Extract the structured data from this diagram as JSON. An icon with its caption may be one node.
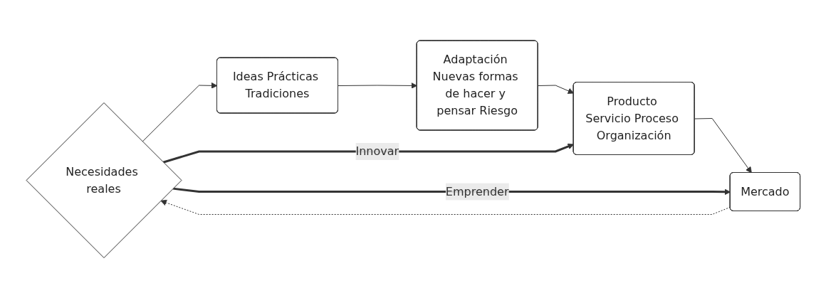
{
  "diagram": {
    "nodes": [
      {
        "text": [
          "Necesidades reales"
        ]
      },
      {
        "text": [
          "Ideas Prácticas Tradiciones"
        ]
      },
      {
        "text": [
          "Adaptación Nuevas formas de hacer y pensar Riesgo"
        ]
      },
      {
        "text": [
          "Producto Servicio Proceso Organización"
        ]
      },
      {
        "text": [
          "Mercado"
        ]
      }
    ],
    "edges": [
      {
        "from": 0,
        "to": 1,
        "arrow": "to"
      },
      {
        "from": 1,
        "to": 2,
        "arrow": "to"
      },
      {
        "from": 2,
        "to": 3,
        "arrow": "to"
      },
      {
        "from": 3,
        "to": 4,
        "arrow": "to"
      },
      {
        "from": 4,
        "to": 0,
        "arrow": "to",
        "style": "dashed"
      },
      {
        "from": 0,
        "to": 3,
        "arrow": "to",
        "label": "Innovar",
        "style": "thick"
      },
      {
        "from": 0,
        "to": 4,
        "arrow": "to",
        "label": "Emprender",
        "style": "thick"
      }
    ]
  }
}
